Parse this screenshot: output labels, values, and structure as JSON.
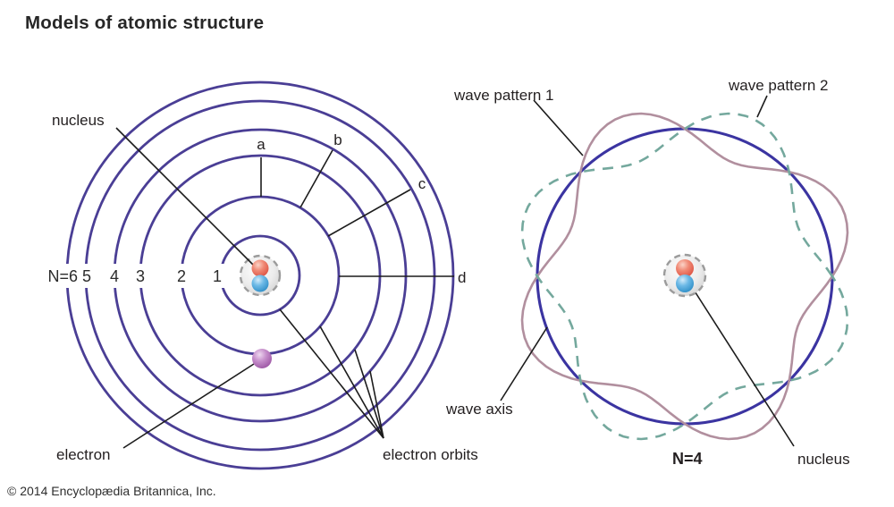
{
  "title": "Models of atomic structure",
  "copyright": "© 2014 Encyclopædia Britannica, Inc.",
  "colors": {
    "bohr_orbit": "#4a3e95",
    "wave_axis_circle": "#3b34a1",
    "wave_pattern_1": "#b18f9e",
    "wave_pattern_2": "#74a89d",
    "leader_line": "#1c1c1c",
    "nucleus_fill": "#e3e3e3",
    "proton": "#e8604c",
    "neutron": "#3f9fd8",
    "electron": "#b665ba"
  },
  "bohr": {
    "shells": [
      "N=6",
      "5",
      "4",
      "3",
      "2",
      "1"
    ],
    "ticks": [
      "a",
      "b",
      "c",
      "d"
    ],
    "nucleus_label": "nucleus",
    "electron_label": "electron",
    "orbits_label": "electron orbits"
  },
  "wave": {
    "pattern1_label": "wave pattern 1",
    "pattern2_label": "wave pattern 2",
    "axis_label": "wave axis",
    "n_label": "N=4",
    "nucleus_label": "nucleus"
  }
}
